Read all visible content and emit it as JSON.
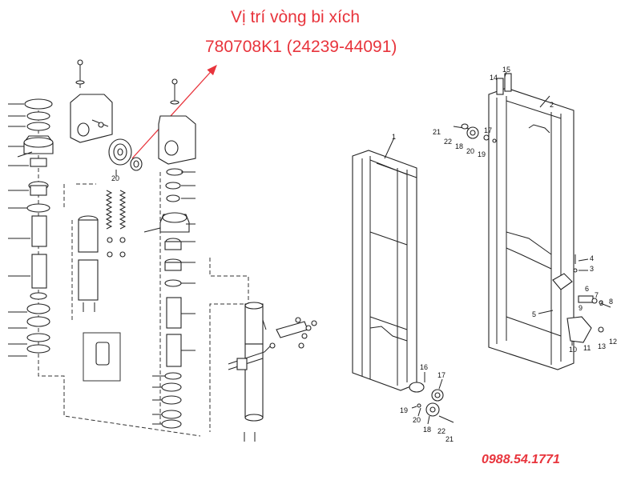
{
  "annotation": {
    "line1": "Vị trí vòng bi xích",
    "line2": "780708K1 (24239-44091)",
    "color": "#e8343c"
  },
  "contact": {
    "phone": "0988.54.1771"
  },
  "callouts": {
    "left_assembly": [
      "20"
    ],
    "inner_mast": [
      "1",
      "16",
      "17",
      "18",
      "19",
      "20",
      "21",
      "22"
    ],
    "outer_mast": [
      "2",
      "3",
      "4",
      "5",
      "6",
      "7",
      "8",
      "9",
      "10",
      "11",
      "12",
      "13",
      "14",
      "15",
      "17",
      "18",
      "19",
      "20",
      "21",
      "22"
    ]
  }
}
